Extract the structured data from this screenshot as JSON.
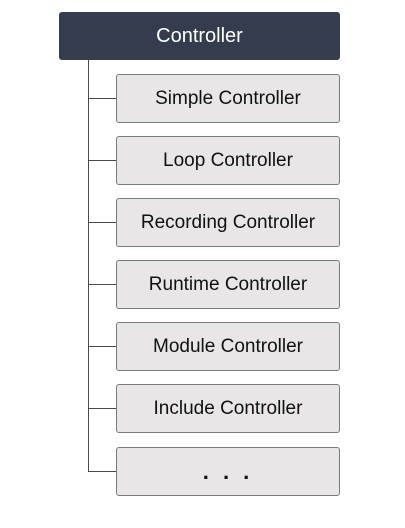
{
  "root": {
    "label": "Controller"
  },
  "children": [
    {
      "label": "Simple Controller"
    },
    {
      "label": "Loop Controller"
    },
    {
      "label": "Recording Controller"
    },
    {
      "label": "Runtime Controller"
    },
    {
      "label": "Module Controller"
    },
    {
      "label": "Include Controller"
    },
    {
      "label": ". . ."
    }
  ],
  "colors": {
    "root_fill": "#333d4e",
    "root_text": "#ffffff",
    "child_fill": "#e8e6e7",
    "child_border": "#7a7a7a",
    "connector": "#4a4a4a"
  }
}
